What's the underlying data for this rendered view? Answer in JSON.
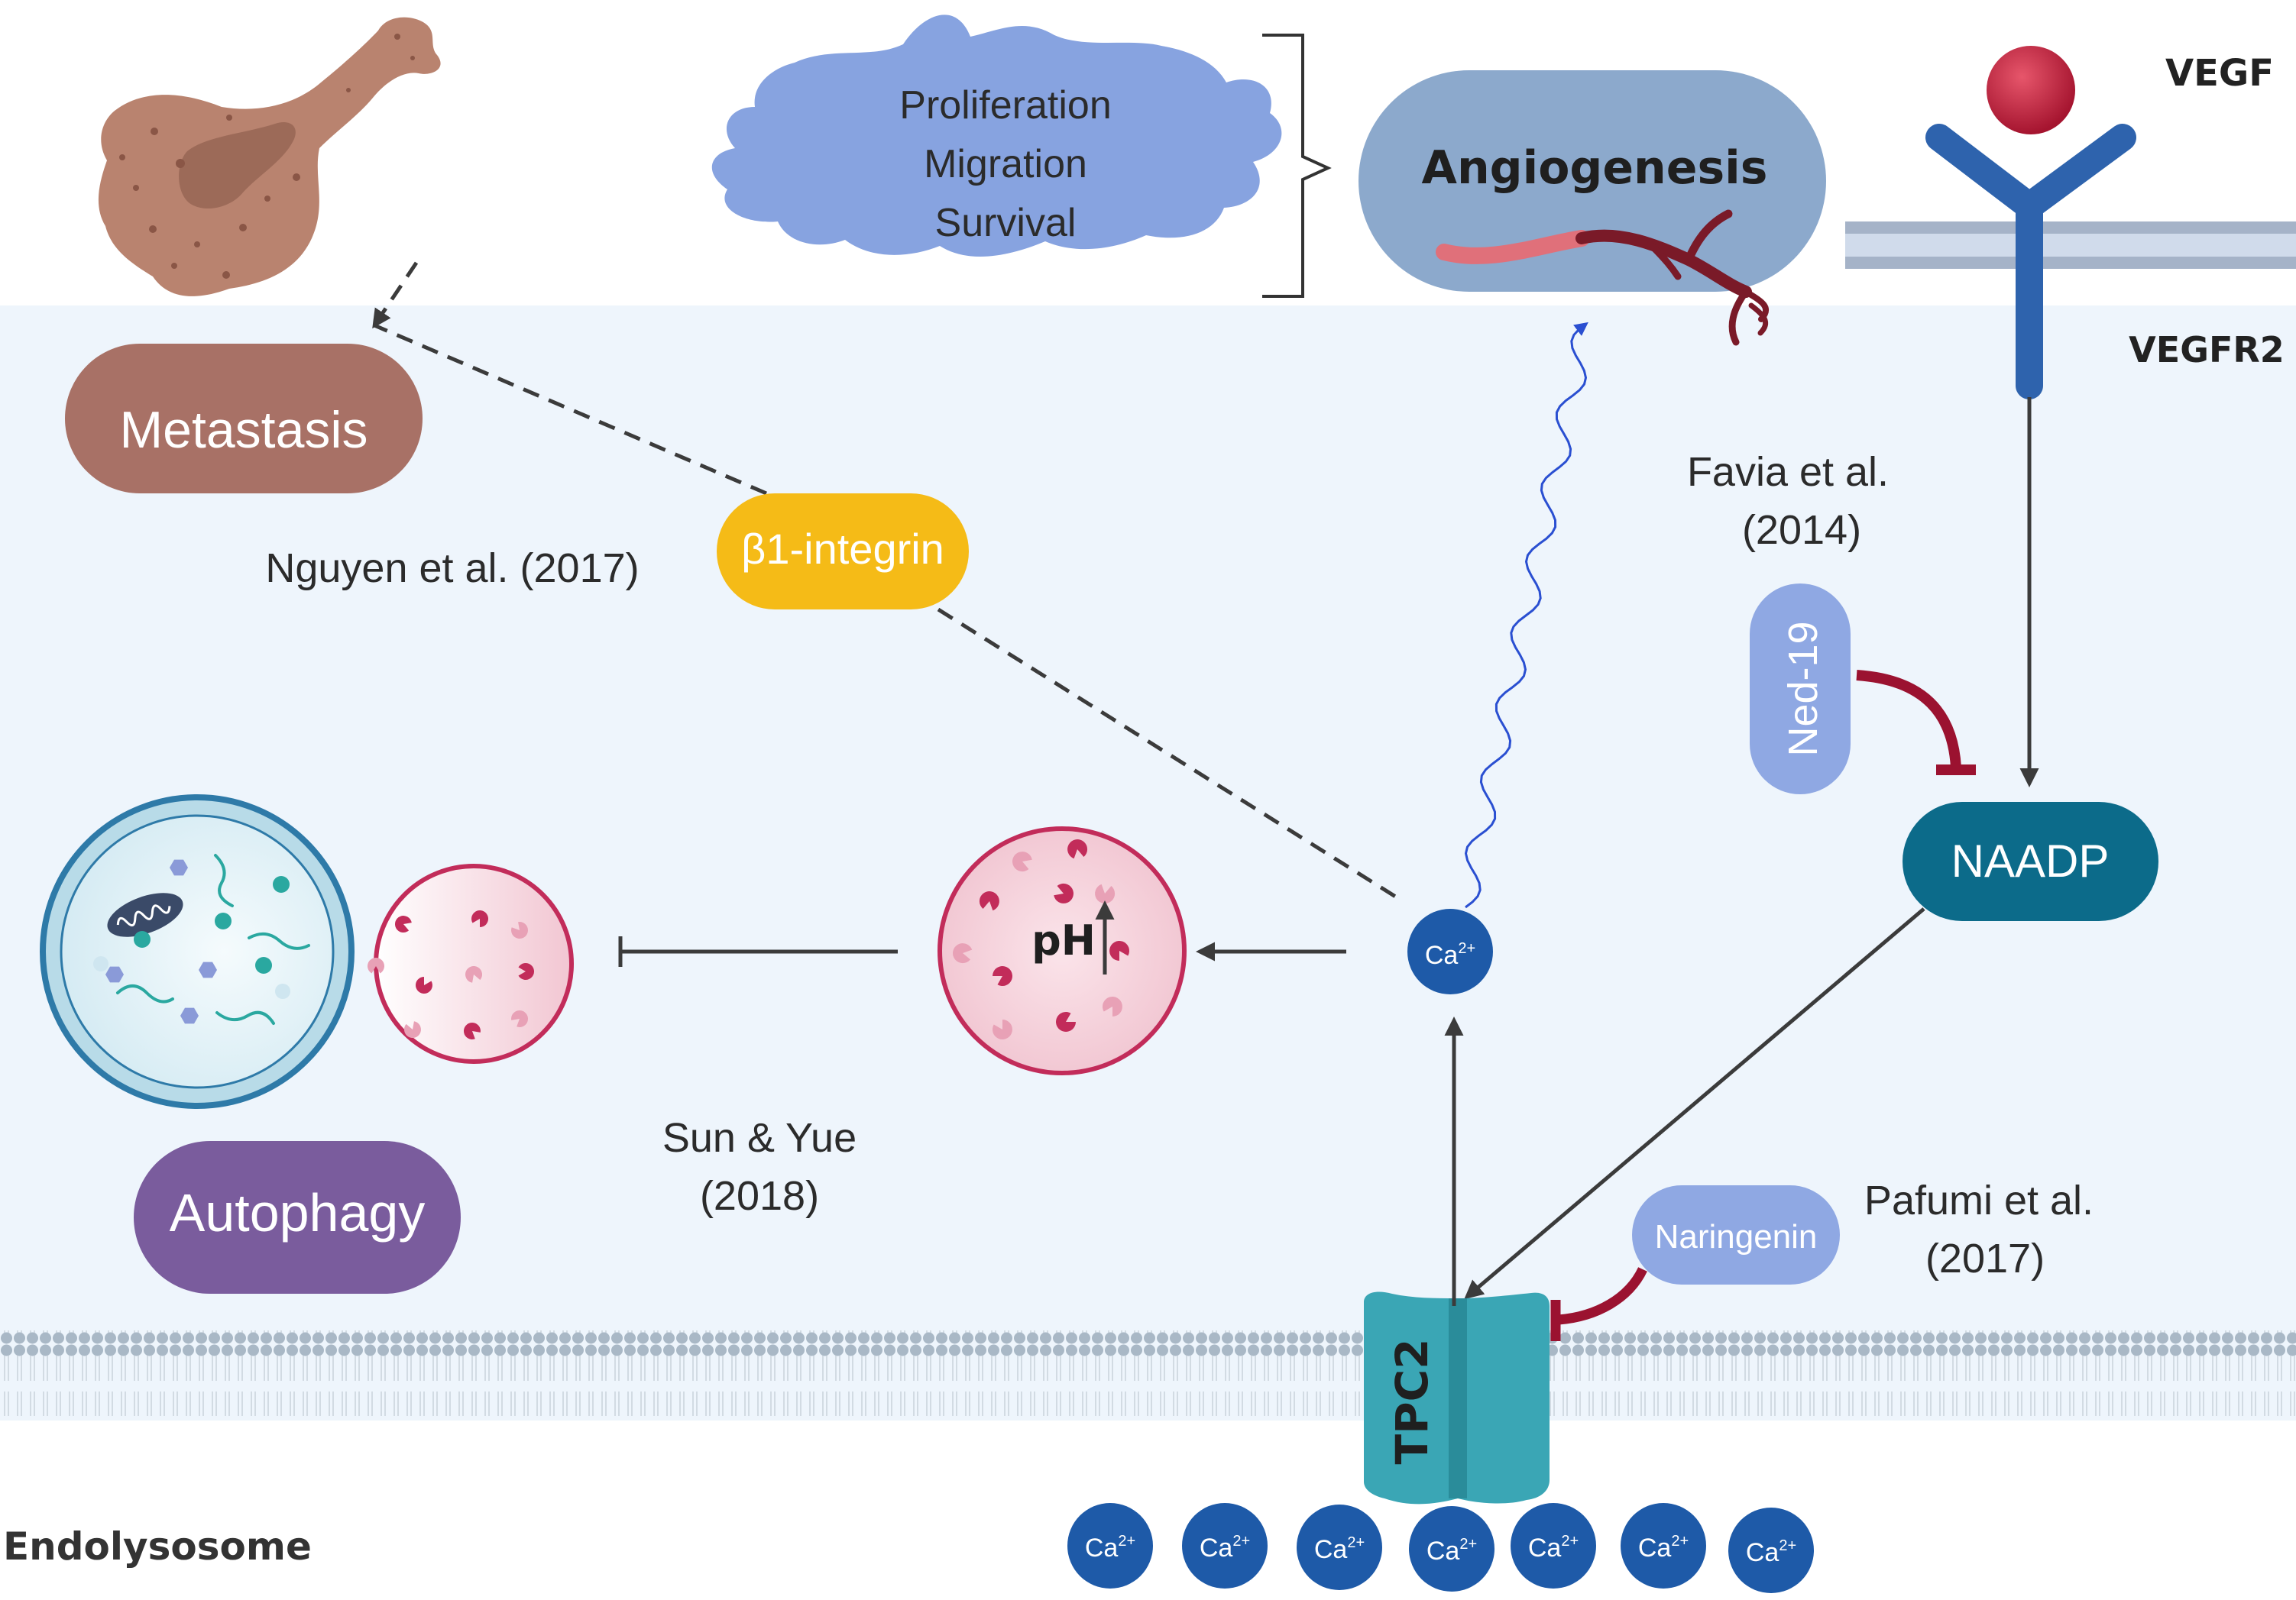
{
  "effects_blob": {
    "line1": "Proliferation",
    "line2": "Migration",
    "line3": "Survival"
  },
  "angiogenesis": {
    "label": "Angiogenesis"
  },
  "receptor": {
    "ligand_label": "VEGF",
    "receptor_label": "VEGFR2"
  },
  "metastasis": {
    "label": "Metastasis"
  },
  "integrin": {
    "label": "β1-integrin"
  },
  "citations": {
    "nguyen": "Nguyen et al.  (2017)",
    "favia_1": "Favia  et al.",
    "favia_2": "(2014)",
    "sun_1": "Sun & Yue",
    "sun_2": "(2018)",
    "pafumi_1": "Pafumi et al.",
    "pafumi_2": "(2017)"
  },
  "inhibitors": {
    "ned19": "Ned-19",
    "naringenin": "Naringenin"
  },
  "naadp": {
    "label": "NAADP"
  },
  "lysosome": {
    "ph_label": "pH"
  },
  "autophagy": {
    "label": "Autophagy"
  },
  "channel": {
    "label": "TPC2"
  },
  "calcium": {
    "ion_label": "Ca",
    "ion_charge": "2+"
  },
  "compartment": {
    "label": "Endolysosome"
  },
  "colors": {
    "cytosol_bg": "#eef5fc",
    "metastasis": "#a87166",
    "integrin": "#f5bb17",
    "autophagy": "#7a5c9d",
    "naadp": "#0c6b8a",
    "tpc2": "#3aa6b5",
    "calcium": "#1e5aa8",
    "inhibitor_pill": "#8fa8e3",
    "inhibition_bar": "#9b1230",
    "lysosome": "#c22c5a",
    "receptor": "#2e63ad",
    "vegf": "#c0233f",
    "angio_pill": "#8ca9cc",
    "effects_blob": "#87a3e0"
  }
}
